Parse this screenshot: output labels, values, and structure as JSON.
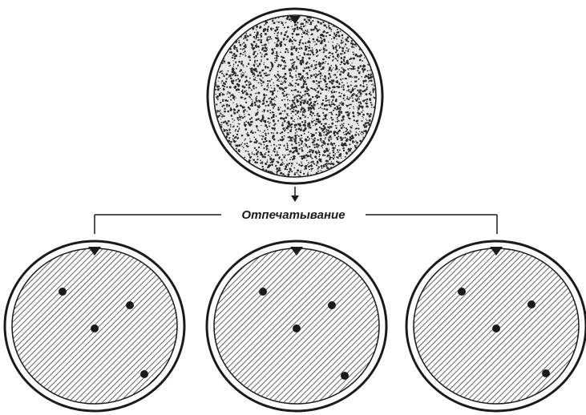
{
  "diagram": {
    "label": "Отпечатывание",
    "colors": {
      "ink": "#1a1a1a",
      "paper": "#ffffff",
      "hatch": "#3a3a3a",
      "stipple": "#2a2a2a"
    },
    "plates": {
      "master": {
        "description_icon": "petri-dish-dense-stipple"
      },
      "replicas": [
        {
          "name": "replica-plate-1",
          "colony_count": 4
        },
        {
          "name": "replica-plate-2",
          "colony_count": 4
        },
        {
          "name": "replica-plate-3",
          "colony_count": 4
        }
      ]
    },
    "icons": {
      "arrow": "down-arrow-icon",
      "marker": "triangle-orientation-marker-icon"
    }
  }
}
